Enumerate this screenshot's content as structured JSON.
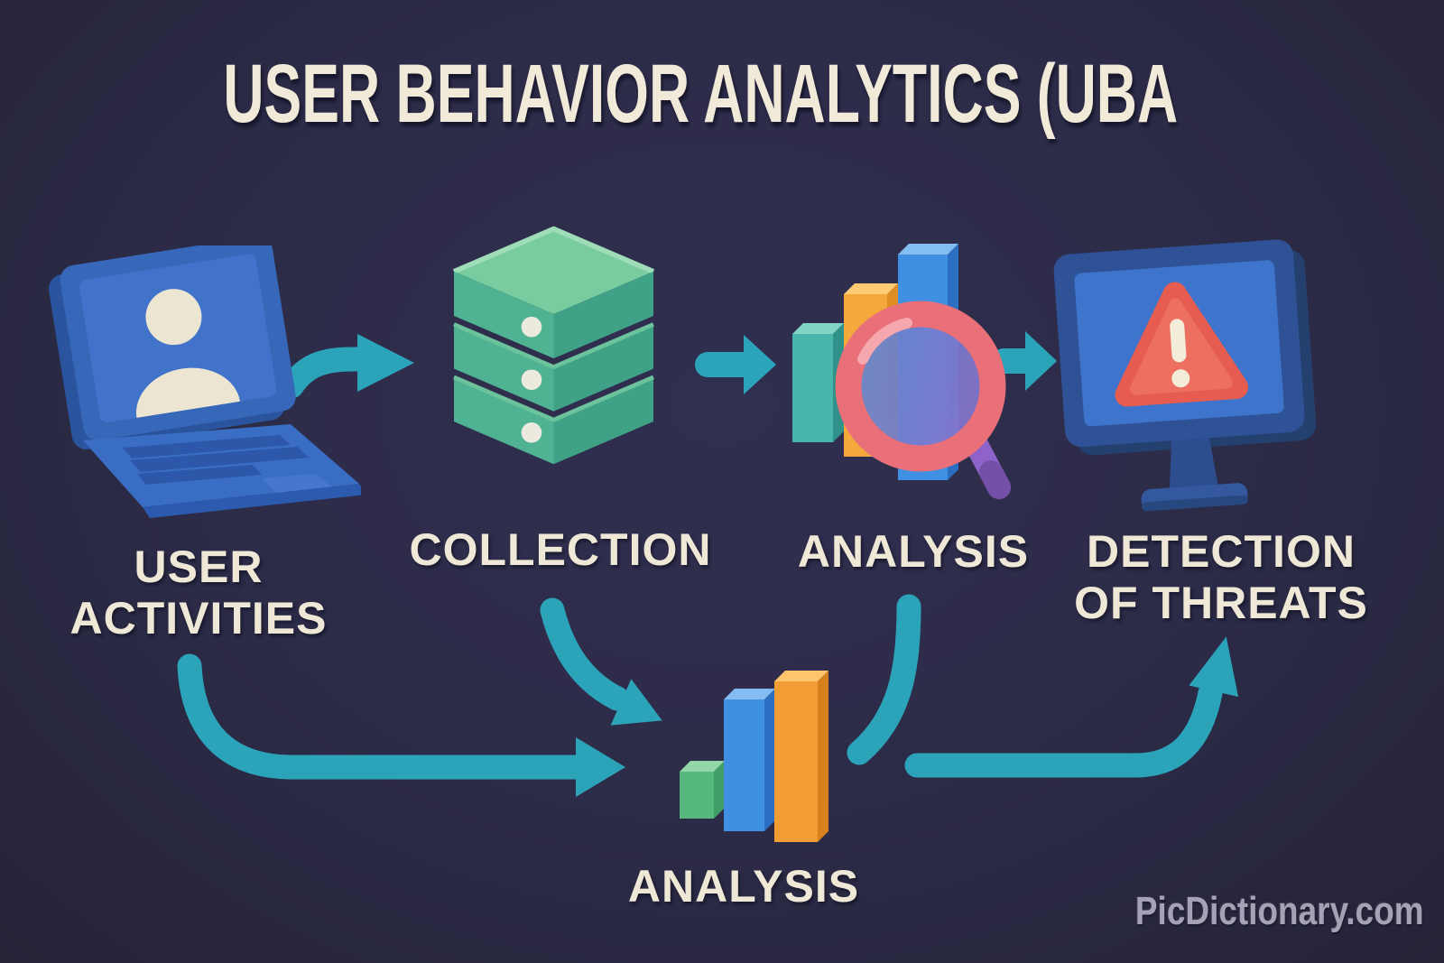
{
  "title": "USER BEHAVIOR ANALYTICS (UBA",
  "flow": {
    "steps": [
      {
        "label": "USER ACTIVITIES",
        "icon": "laptop-user-icon"
      },
      {
        "label": "COLLECTION",
        "icon": "database-stack-icon"
      },
      {
        "label": "ANALYSIS",
        "icon": "bar-chart-magnifier-icon"
      },
      {
        "label": "DETECTION OF THREATS",
        "icon": "monitor-alert-icon"
      }
    ],
    "secondary_step": {
      "label": "ANALYSIS",
      "icon": "bar-chart-icon"
    }
  },
  "watermark": "PicDictionary.com",
  "colors": {
    "background": "#2c2b47",
    "arrow_teal": "#2ba4ba",
    "text_cream": "#f0e8d6",
    "watermark_gray": "#b3b0c4",
    "laptop_blue": "#3a6ec4",
    "database_green": "#4fb292",
    "bar_teal": "#48b4ab",
    "bar_orange": "#f5a93d",
    "bar_blue": "#3f90e3",
    "bar_green": "#57b87e",
    "magnifier_ring_coral": "#e96f79",
    "magnifier_handle_purple": "#8e63c9",
    "alert_red": "#e65c50",
    "monitor_frame_blue": "#2f5296"
  }
}
